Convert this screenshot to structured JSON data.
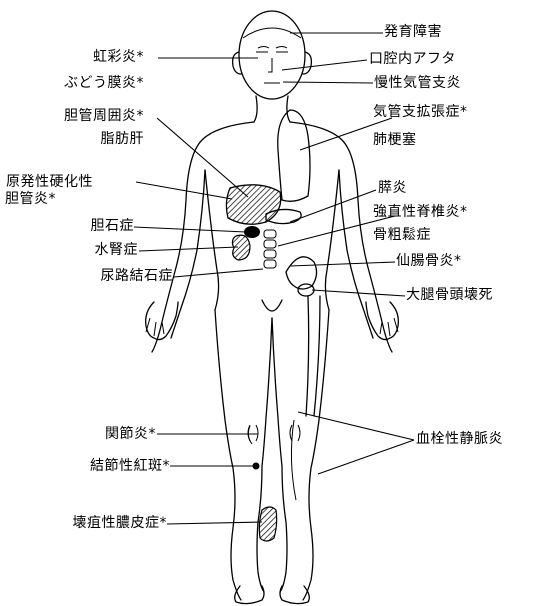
{
  "labels": {
    "hattatsu": "発育障害",
    "koushoku": "虹彩炎*",
    "koukuu": "口腔内アフタ",
    "budou": "ぶどう膜炎*",
    "mansei": "慢性気管支炎",
    "kikan": "気管支拡張症*",
    "haikousoku": "肺梗塞",
    "tankan": "胆管周囲炎*",
    "shibou": "脂肪肝",
    "genpatsu1": "原発性硬化性",
    "genpatsu2": "胆管炎*",
    "suien": "膵炎",
    "kyouchoku": "強直性脊椎炎*",
    "tanseki": "胆石症",
    "kotsusou": "骨粗鬆症",
    "suijin": "水腎症",
    "senchou": "仙腸骨炎*",
    "nyouro": "尿路結石症",
    "daitai": "大腿骨頭壊死",
    "kansetsu": "関節炎*",
    "kessen": "血栓性静脈炎",
    "kessetsu": "結節性紅斑*",
    "eso": "壊疽性膿皮症*"
  }
}
